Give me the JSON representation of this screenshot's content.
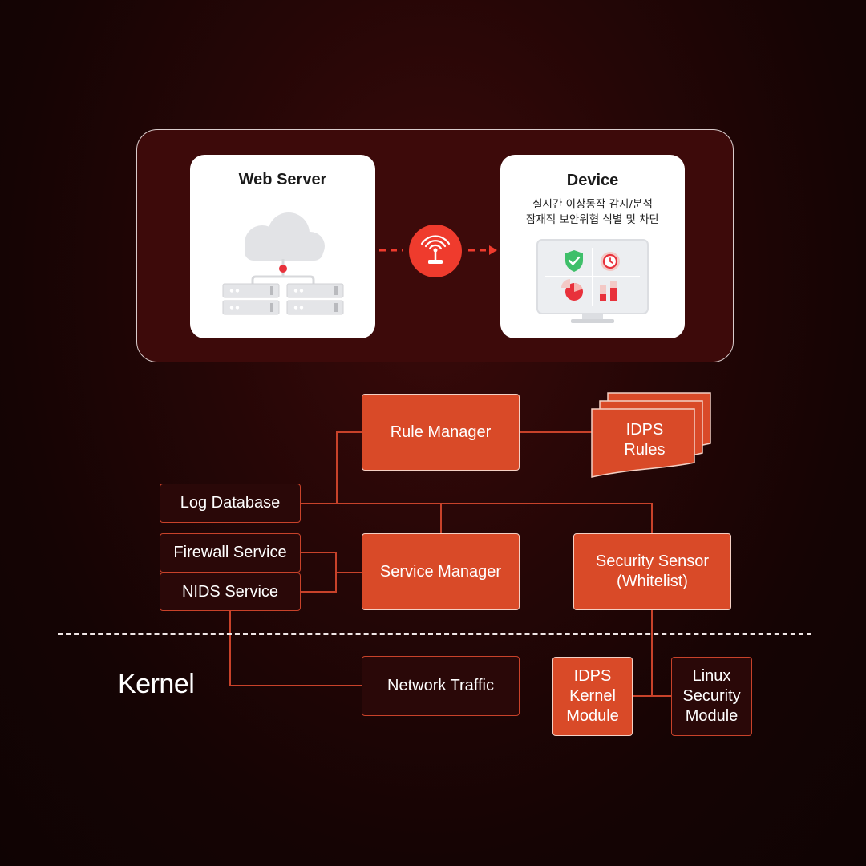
{
  "top_panel": {
    "web_server": {
      "title": "Web Server"
    },
    "device": {
      "title": "Device",
      "desc_line1": "실시간 이상동작 감지/분석",
      "desc_line2": "잠재적 보안위협 식별 및 차단"
    }
  },
  "diagram": {
    "rule_manager": "Rule Manager",
    "idps_rules_line1": "IDPS",
    "idps_rules_line2": "Rules",
    "log_database": "Log Database",
    "firewall_service": "Firewall Service",
    "nids_service": "NIDS Service",
    "service_manager": "Service Manager",
    "security_sensor_line1": "Security Sensor",
    "security_sensor_line2": "(Whitelist)",
    "kernel_label": "Kernel",
    "network_traffic": "Network Traffic",
    "idps_kernel_line1": "IDPS",
    "idps_kernel_line2": "Kernel",
    "idps_kernel_line3": "Module",
    "linux_sec_line1": "Linux",
    "linux_sec_line2": "Security",
    "linux_sec_line3": "Module"
  },
  "colors": {
    "accent": "#d94a28",
    "connector": "#c8422a",
    "alert_red": "#ef3b2d"
  }
}
